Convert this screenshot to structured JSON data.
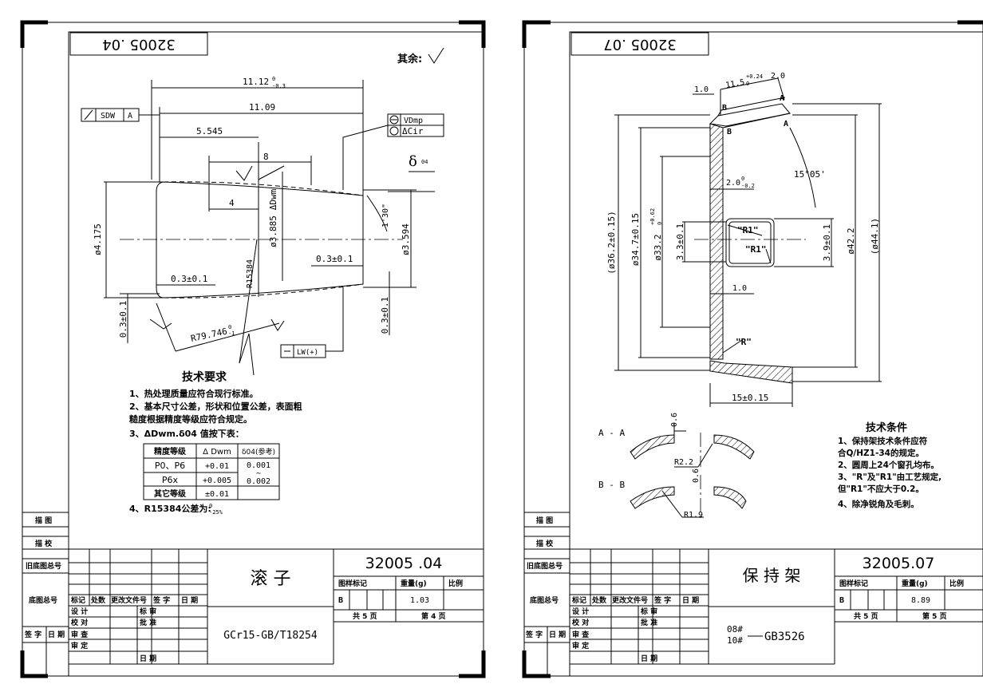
{
  "left_sheet": {
    "code_box": "32005 .04",
    "rest_roughness": "其余:",
    "dims": {
      "d_11_12": "11.12",
      "d_11_12_tol_up": "0",
      "d_11_12_tol_lo": "-0.3",
      "d_11_09": "11.09",
      "d_5_545": "5.545",
      "d_8": "8",
      "d_4": "4",
      "dia_4_175": "ø4.175",
      "dia_3_885": "ø3.885",
      "delta_dwm": "ΔDwm",
      "dia_3_594": "ø3.594",
      "angle_1_30": "1'30\"",
      "chamfer_left": "0.3±0.1",
      "chamfer_right": "0.3±0.1",
      "r15384": "R15384",
      "r79": "R79.746",
      "r79_tol_up": "0",
      "r79_tol_lo": "-1",
      "side_left": "0.3±0.1",
      "side_right": "0.3±0.1"
    },
    "frames": {
      "sdw": "SDW",
      "sdw_ref": "A",
      "vdmp": "VDmp",
      "delta_cir": "ΔCir",
      "delta_04": "δ",
      "delta_04_sub": "04",
      "lw": "LW(+)"
    },
    "tech_req": {
      "title": "技术要求",
      "lines": [
        "1、热处理质量应符合现行标准。",
        "2、基本尺寸公差，形状和位置公差，表面粗",
        "    糙度根据精度等级应符合规定。",
        "3、ΔDwm.δ04 值按下表："
      ],
      "table": {
        "headers": [
          "精度等级",
          "Δ Dwm",
          "δ04(参考)"
        ],
        "rows": [
          [
            "P0、P6",
            "+0.01",
            "0.001"
          ],
          [
            "P6x",
            "+0.005",
            "0.002"
          ],
          [
            "其它等级",
            "±0.01",
            ""
          ]
        ],
        "tilde": "~"
      },
      "line4": "4、R15384公差为:",
      "line4_tol_up": "0",
      "line4_tol_lo": "-25%"
    },
    "side_labels": [
      "描  图",
      "描  校",
      "旧底图总号",
      "底图总号",
      "签 字",
      "日 期"
    ],
    "title_block": {
      "rev_headers": [
        "标记",
        "处数",
        "更改文件号",
        "签  字",
        "日  期"
      ],
      "roles_left": [
        "设  计",
        "校  对",
        "审  查",
        "审  定"
      ],
      "roles_right": [
        "标  审",
        "批  准"
      ],
      "date_label": "日  期",
      "part_name": "滚   子",
      "material": "GCr15-GB/T18254",
      "drawing_no": "32005 .04",
      "sub_headers": [
        "图样标记",
        "重量(g)",
        "比例"
      ],
      "mark": "B",
      "weight": "1.03",
      "total_pages": "共 5 页",
      "page_no": "第 4 页"
    }
  },
  "right_sheet": {
    "code_box": "32005 .07",
    "dims": {
      "d_1_0_top": "1.0",
      "d_11_5": "11.5",
      "d_11_5_tol": "+0.24",
      "d_11_5_tol_lo": "0",
      "d_2_0_top": "2.0",
      "mark_B1": "B",
      "mark_B2": "B",
      "mark_A1": "A",
      "mark_A2": "A",
      "angle": "15°05'",
      "d_2_0_mid": "2.0",
      "d_2_0_mid_up": "0",
      "d_2_0_mid_lo": "-0.2",
      "r1_a": "\"R1\"",
      "r1_b": "\"R1\"",
      "d_1_0_mid": "1.0",
      "r_bottom": "\"R\"",
      "d_15": "15±0.15",
      "dia_36_2": "(ø36.2±0.15)",
      "dia_34_7": "ø34.7±0.15",
      "dia_33_2": "ø33.2",
      "dia_33_2_up": "+0.62",
      "dia_33_2_lo": "0",
      "d_3_3": "3.3±0.1",
      "d_3_9": "3.9±0.1",
      "dia_42_2": "ø42.2",
      "dia_44_1": "(ø44.1)"
    },
    "sections": {
      "aa": "A - A",
      "bb": "B - B",
      "d_0_6_a": "0.6",
      "d_0_6_b": "0.6",
      "r2_2": "R2.2",
      "r1_9": "R1.9"
    },
    "tech_cond": {
      "title": "技术条件",
      "lines": [
        "1、保持架技术条件应符",
        "    合Q/HZ1-34的规定。",
        "2、圆周上24个窗孔均布。",
        "3、\"R\"及\"R1\"由工艺规定,",
        "    但\"R1\"不应大于0.2。",
        "4、除净锐角及毛刺。"
      ]
    },
    "side_labels": [
      "描  图",
      "描  校",
      "旧底图总号",
      "底图总号",
      "签 字",
      "日 期"
    ],
    "title_block": {
      "rev_headers": [
        "标记",
        "处数",
        "更改文件号",
        "签  字",
        "日  期"
      ],
      "roles_left": [
        "设  计",
        "校  对",
        "审  查",
        "审  定"
      ],
      "roles_right": [
        "标  审",
        "批  准"
      ],
      "date_label": "日  期",
      "part_name": "保 持 架",
      "material_a": "08#",
      "material_b": "10#",
      "material_std": "GB3526",
      "drawing_no": "32005.07",
      "sub_headers": [
        "图样标记",
        "重量(g)",
        "比例"
      ],
      "mark": "B",
      "weight": "8.89",
      "total_pages": "共 5 页",
      "page_no": "第 5 页"
    }
  }
}
